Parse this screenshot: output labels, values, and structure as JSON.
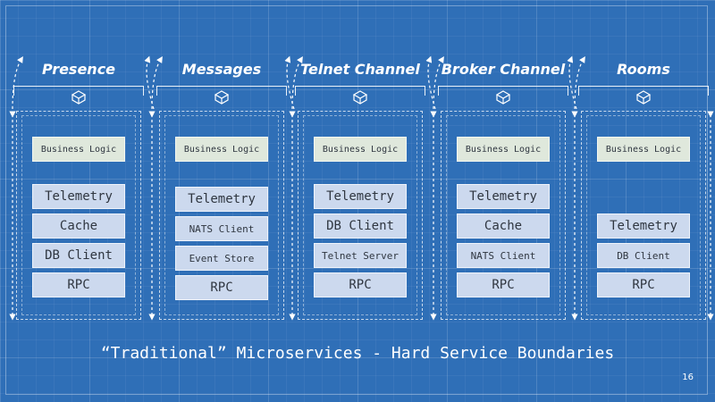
{
  "services": [
    {
      "title": "Presence",
      "components": [
        "Telemetry",
        "Cache",
        "DB Client",
        "RPC"
      ]
    },
    {
      "title": "Messages",
      "components": [
        "Telemetry",
        "NATS Client",
        "Event Store",
        "RPC"
      ]
    },
    {
      "title": "Telnet Channel",
      "components": [
        "Telemetry",
        "DB Client",
        "Telnet Server",
        "RPC"
      ]
    },
    {
      "title": "Broker Channel",
      "components": [
        "Telemetry",
        "Cache",
        "NATS Client",
        "RPC"
      ]
    },
    {
      "title": "Rooms",
      "components": [
        "Telemetry",
        "DB Client",
        "RPC"
      ]
    }
  ],
  "business_logic_label": "Business Logic",
  "caption": "“Traditional” Microservices - Hard Service Boundaries",
  "page_number": "16",
  "icons": {
    "service": "cube-icon",
    "arrows": "double-arrow-icon"
  },
  "colors": {
    "background": "#2f6fb7",
    "component_box": "#ccd9ee",
    "business_box": "#dfe8dc",
    "line": "#ffffff"
  }
}
